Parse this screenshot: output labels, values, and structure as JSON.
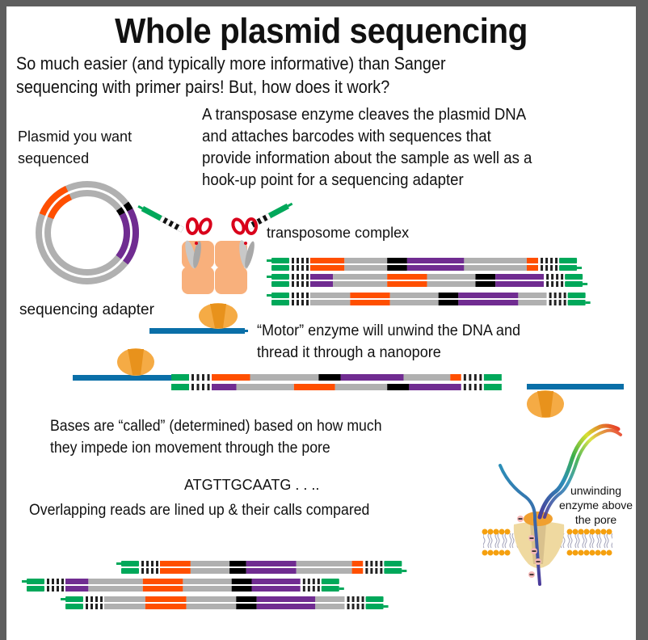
{
  "title": "Whole plasmid sequencing",
  "subtitle": {
    "line1": "So much easier (and typically more informative) than Sanger",
    "line2": "sequencing with primer pairs! But, how does it work?"
  },
  "transposase_description": {
    "line1": "A transposase enzyme cleaves the plasmid DNA",
    "line2": "and attaches barcodes with sequences that",
    "line3": "provide information about the sample as well as a",
    "line4": "hook-up point for a sequencing adapter"
  },
  "labels": {
    "plasmid_line1": "Plasmid you want",
    "plasmid_line2": "sequenced",
    "transposome": "transposome complex",
    "sequencing_adapter": "sequencing adapter",
    "motor_line1": "“Motor” enzyme will unwind the DNA and",
    "motor_line2": "thread it through a nanopore",
    "called_line1": "Bases are “called” (determined) based on how much",
    "called_line2": "they impede ion movement through the pore",
    "sequence_readout": "ATGTTGCAATG . . ..",
    "overlap": "Overlapping reads are lined up & their calls compared",
    "pore_line1": "unwinding",
    "pore_line2": "enzyme above",
    "pore_line3": "the pore"
  },
  "colors": {
    "orange_segment": "#ff4f00",
    "purple_segment": "#702c91",
    "gray_backbone": "#b0b0b0",
    "black_marker": "#000000",
    "green_adapter": "#00a85a",
    "blue_adapter": "#0a6fa8",
    "motor_enzyme": "#f0a030",
    "transposase": "#f8b07c",
    "scissors": "#d9001b",
    "membrane": "#f5a00f",
    "pore": "#efd9a0"
  },
  "plasmid": {
    "segments": [
      {
        "type": "orange",
        "start_deg": 200,
        "end_deg": 240
      },
      {
        "type": "black",
        "start_deg": 10,
        "end_deg": 18
      },
      {
        "type": "purple",
        "start_deg": 18,
        "end_deg": 70
      }
    ]
  },
  "fragments": {
    "transposed": [
      {
        "segments": [
          "barcode",
          "orange:0.12",
          "gray:0.15",
          "black:0.07",
          "purple:0.2",
          "gray:0.22",
          "orange:0.04",
          "barcode"
        ]
      },
      {
        "segments": [
          "barcode",
          "purple:0.08",
          "gray:0.19",
          "orange:0.14",
          "gray:0.17",
          "black:0.07",
          "purple:0.17",
          "barcode"
        ]
      },
      {
        "segments": [
          "barcode",
          "gray:0.14",
          "orange:0.14",
          "gray:0.17",
          "black:0.07",
          "purple:0.21",
          "gray:0.1",
          "barcode"
        ]
      }
    ],
    "threading": [
      {
        "segments": [
          "barcode",
          "orange:0.14",
          "gray:0.25",
          "black:0.08",
          "purple:0.23",
          "gray:0.17",
          "orange:0.04",
          "barcode"
        ]
      },
      {
        "segments": [
          "barcode",
          "purple:0.09",
          "gray:0.21",
          "orange:0.15",
          "gray:0.19",
          "black:0.08",
          "purple:0.19",
          "barcode"
        ]
      }
    ],
    "aligned_reads": [
      {
        "segments": [
          "barcode",
          "orange:0.11",
          "gray:0.14",
          "black:0.06",
          "purple:0.18",
          "gray:0.2",
          "orange:0.04",
          "barcode"
        ]
      },
      {
        "segments": [
          "barcode",
          "purple:0.08",
          "gray:0.19",
          "orange:0.14",
          "gray:0.17",
          "black:0.07",
          "purple:0.17",
          "barcode"
        ]
      },
      {
        "segments": [
          "barcode",
          "gray:0.14",
          "orange:0.14",
          "gray:0.17",
          "black:0.07",
          "purple:0.2",
          "gray:0.1",
          "barcode"
        ]
      }
    ]
  }
}
